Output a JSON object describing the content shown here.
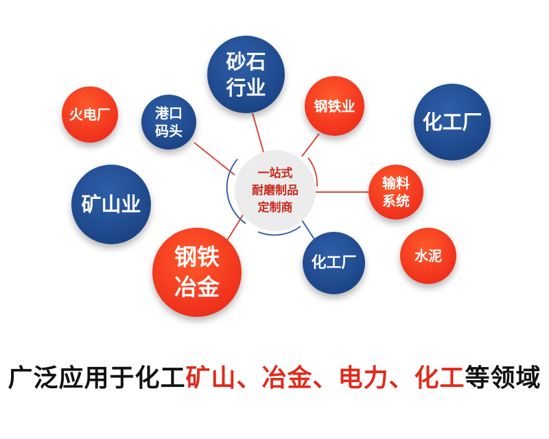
{
  "colors": {
    "blue": "#1d4689",
    "red": "#f0321d",
    "connector": "#d9483a",
    "arc": "#3b5fa8",
    "center_text": "#c8281c"
  },
  "center": {
    "label": "一站式\n耐磨制品\n定制商"
  },
  "nodes": {
    "sand": {
      "label": "砂石\n行业",
      "color": "blue"
    },
    "port": {
      "label": "港口\n码头",
      "color": "blue"
    },
    "steel_industry": {
      "label": "钢铁业",
      "color": "red"
    },
    "power_plant": {
      "label": "火电厂",
      "color": "red"
    },
    "chemical_plant_large": {
      "label": "化工厂",
      "color": "blue"
    },
    "mining": {
      "label": "矿山业",
      "color": "blue"
    },
    "conveying": {
      "label": "输料\n系统",
      "color": "red"
    },
    "steel_metallurgy": {
      "label": "钢铁\n冶金",
      "color": "red"
    },
    "chemical_plant_small": {
      "label": "化工厂",
      "color": "blue"
    },
    "cement": {
      "label": "水泥",
      "color": "red"
    }
  },
  "footer": {
    "prefix": "广泛应用于化工",
    "highlight": "矿山、冶金、电力、化工",
    "suffix": "等领域"
  }
}
